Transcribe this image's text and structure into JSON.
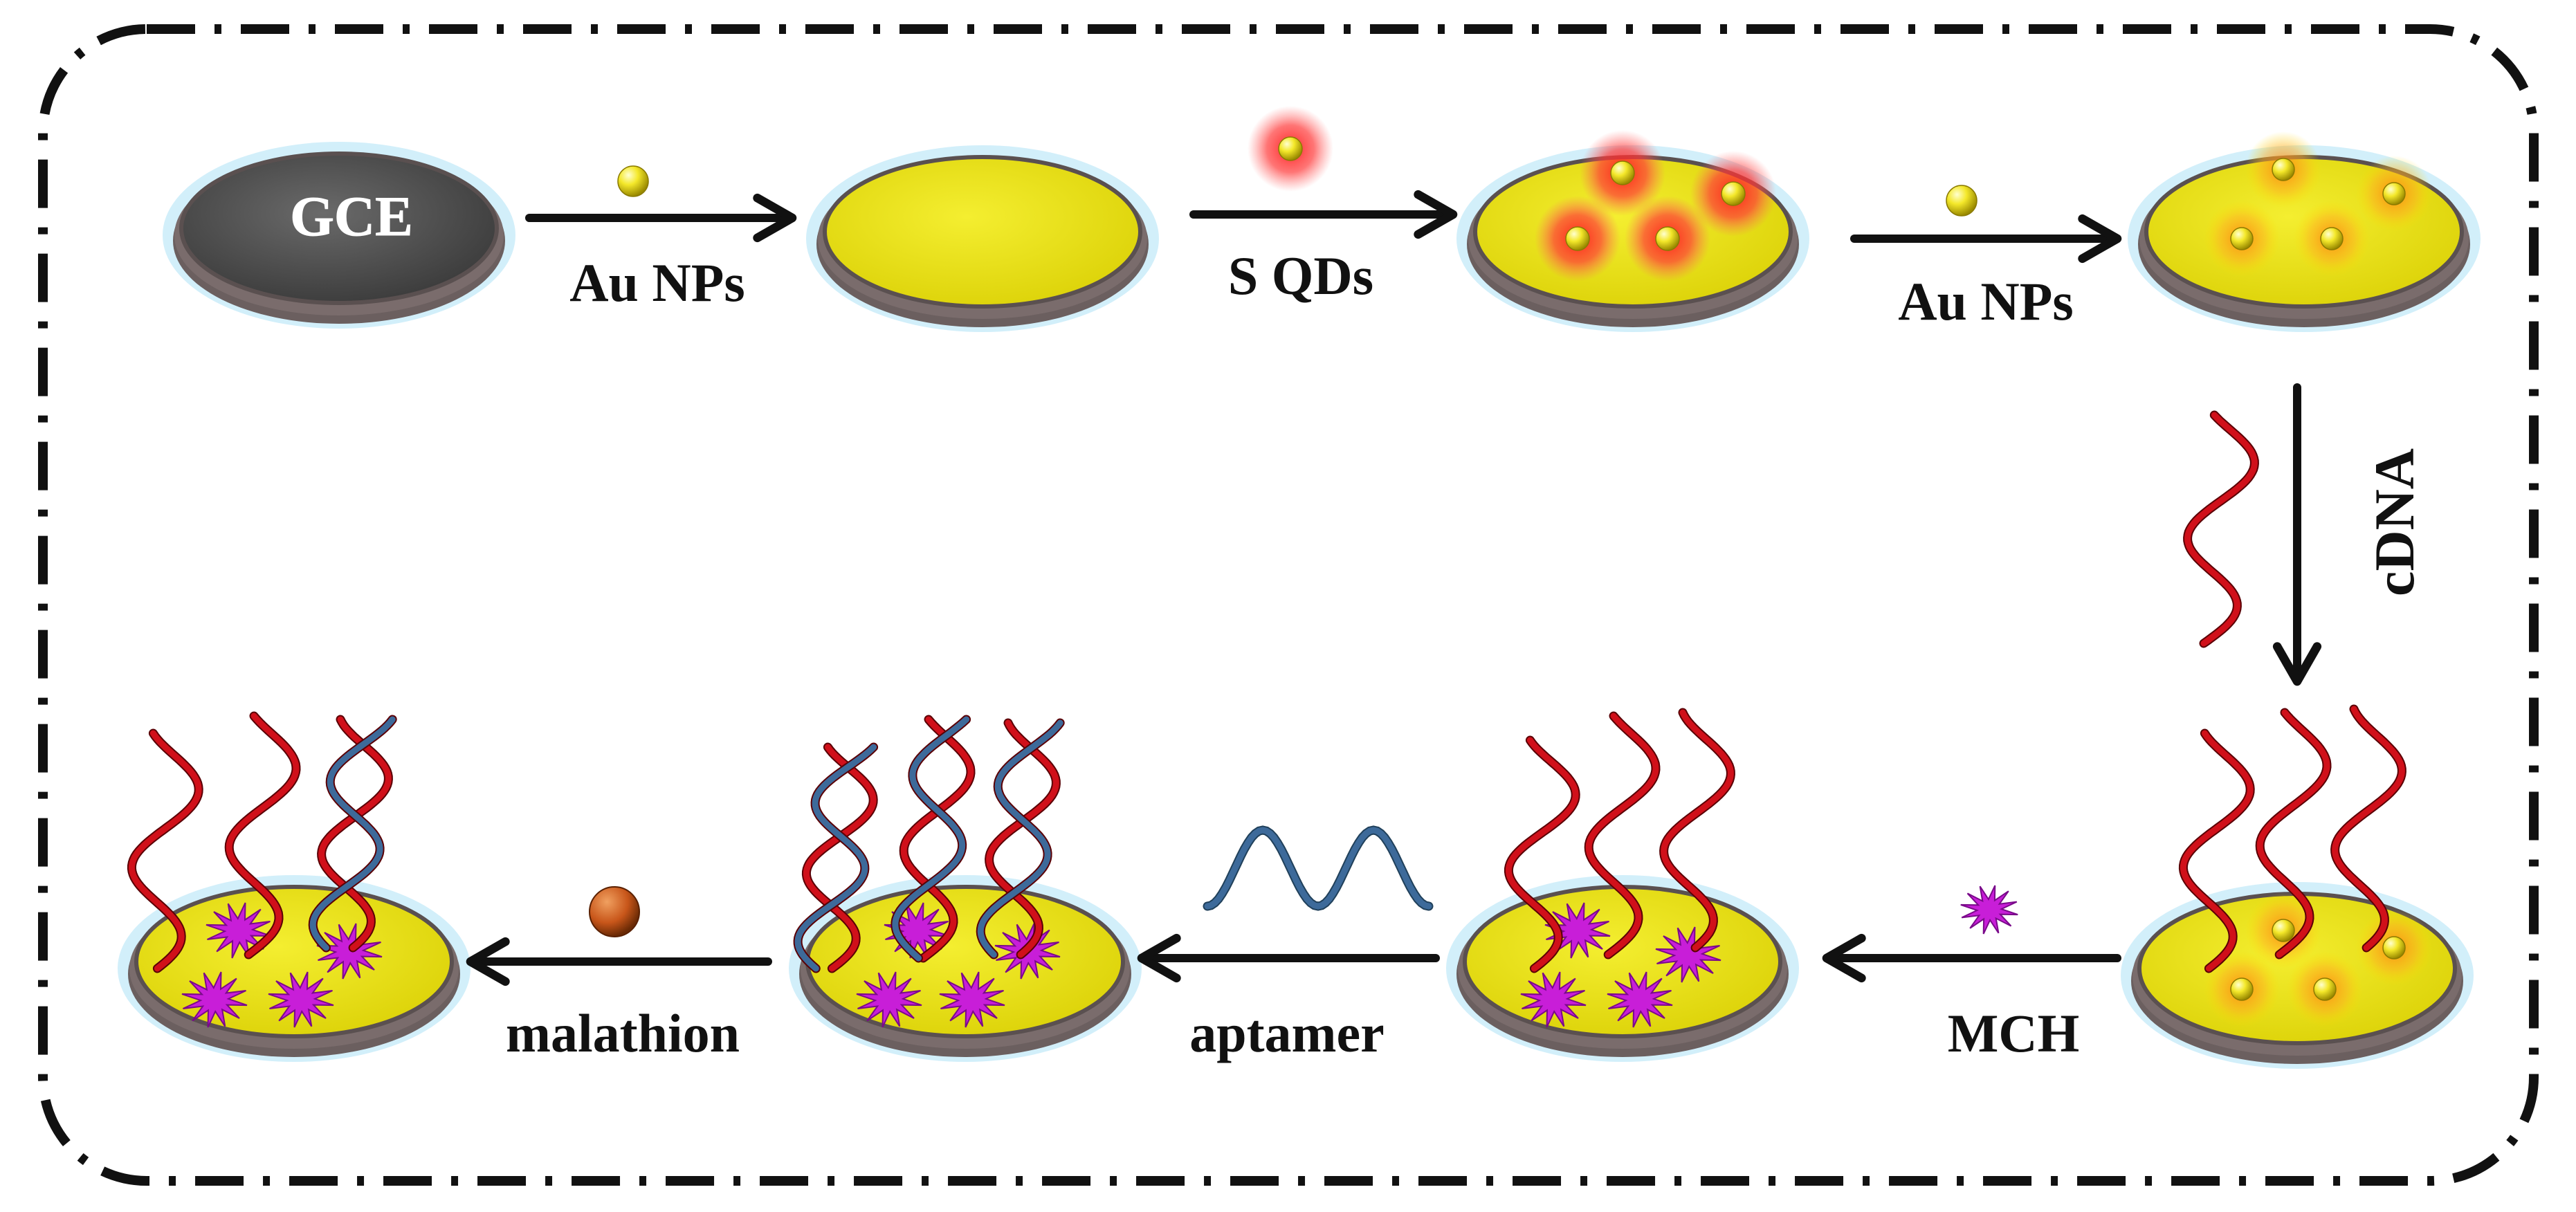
{
  "electrode_label": "GCE",
  "steps": {
    "au_nps_1": "Au NPs",
    "s_qds": "S QDs",
    "au_nps_2": "Au NPs",
    "cdna": "cDNA",
    "mch": "MCH",
    "aptamer": "aptamer",
    "malathion": "malathion"
  },
  "colors": {
    "frame": "#111111",
    "electrode_body": "#4a4a4a",
    "electrode_rim": "#6b5f5f",
    "gold_surface": "#e6e010",
    "au_particle": "#f2e82a",
    "quantum_dot_glow": "#ff2a2a",
    "cdna_strand": "#d0101a",
    "aptamer_strand": "#3d6a9a",
    "mch_molecule": "#c81ed8",
    "malathion_molecule": "#c8561a"
  },
  "icons": [
    "au-nanoparticle-icon",
    "sulfur-quantum-dot-icon",
    "cdna-strand-icon",
    "mch-molecule-icon",
    "aptamer-strand-icon",
    "malathion-molecule-icon"
  ]
}
